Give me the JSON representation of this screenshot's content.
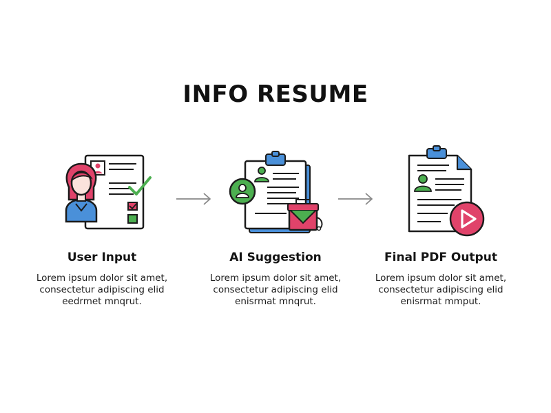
{
  "title": "INFO RESUME",
  "steps": [
    {
      "label": "User Input",
      "icon": "person-resume-checklist-icon",
      "desc": [
        "Lorem ipsum dolor sit amet,",
        "consectetur adipiscing elid",
        "eedrmet mnqrut."
      ]
    },
    {
      "label": "AI Suggestion",
      "icon": "clipboard-ai-briefcase-icon",
      "desc": [
        "Lorem ipsum dolor sit amet,",
        "consectetur adipiscing elid",
        "enisrmat mnqrut."
      ]
    },
    {
      "label": "Final PDF Output",
      "icon": "document-play-icon",
      "desc": [
        "Lorem ipsum dolor sit amet,",
        "consectetur adipiscing elid",
        "enisrmat mmput."
      ]
    }
  ],
  "colors": {
    "pink": "#e0436a",
    "green": "#4caf50",
    "blue": "#4a90d9",
    "skin": "#fbe3dc",
    "outline": "#1b1b1b",
    "arrow": "#888888"
  }
}
